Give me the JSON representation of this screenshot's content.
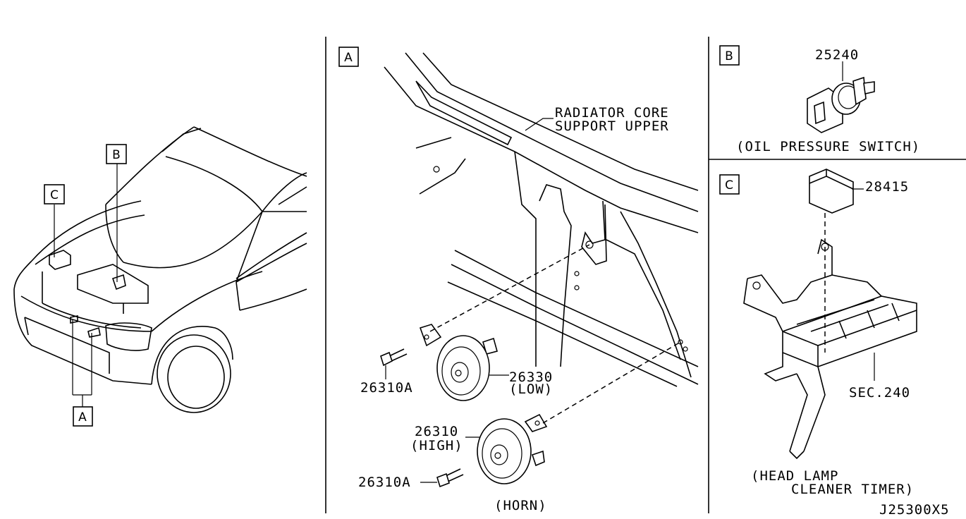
{
  "callouts": {
    "left_A": "A",
    "left_B": "B",
    "left_C": "C",
    "panel_A": "A",
    "panel_B": "B",
    "panel_C": "C"
  },
  "panel_a": {
    "radiator_line1": "RADIATOR CORE",
    "radiator_line2": "SUPPORT UPPER",
    "part_26330": "26330",
    "part_26330_sub": "(LOW)",
    "part_26310": "26310",
    "part_26310_sub": "(HIGH)",
    "bolt_upper": "26310A",
    "bolt_lower": "26310A",
    "caption": "(HORN)"
  },
  "panel_b": {
    "part_number": "25240",
    "caption": "(OIL PRESSURE SWITCH)"
  },
  "panel_c": {
    "part_number": "28415",
    "section_ref": "SEC.240",
    "caption_line1": "(HEAD LAMP",
    "caption_line2": "CLEANER TIMER)"
  },
  "diagram_id": "J25300X5"
}
